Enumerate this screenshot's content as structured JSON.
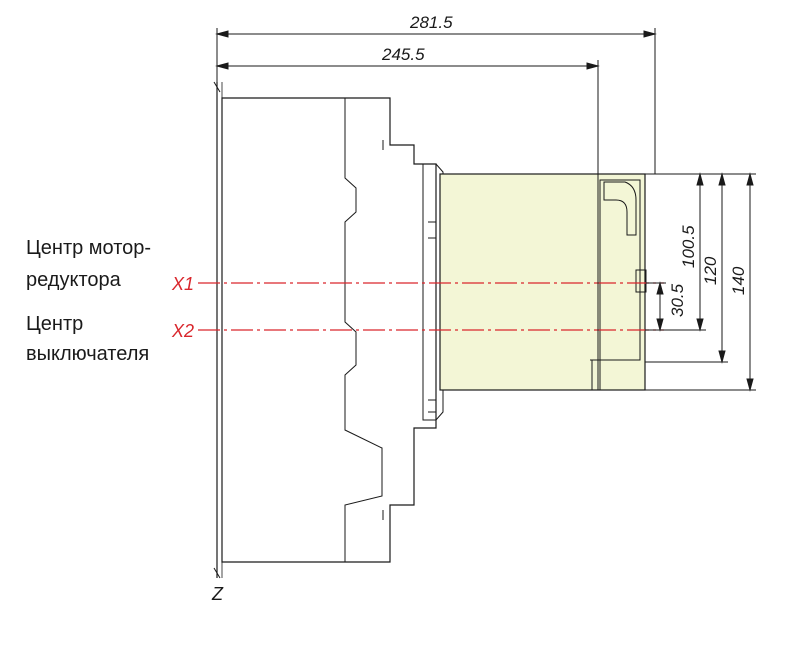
{
  "labels": {
    "motor_center_line1": "Центр мотор-",
    "motor_center_line2": "редуктора",
    "switch_center_line1": "Центр",
    "switch_center_line2": "выключателя"
  },
  "axes": {
    "x1": "X1",
    "x2": "X2",
    "z": "Z"
  },
  "dimensions": {
    "overall_length": "281.5",
    "body_length": "245.5",
    "height_100_5": "100.5",
    "height_120": "120",
    "height_140": "140",
    "offset_30_5": "30.5"
  },
  "colors": {
    "line": "#1a1a1a",
    "axis_red": "#d9262c",
    "motor_fill": "#f3f6d6"
  }
}
